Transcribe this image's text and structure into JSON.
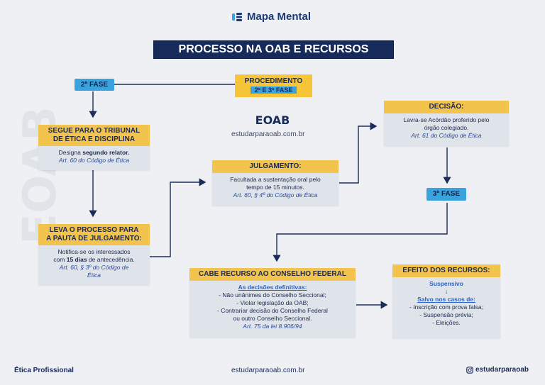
{
  "header": {
    "brand": "Mapa Mental",
    "title": "PROCESSO NA OAB E RECURSOS"
  },
  "procedure": {
    "line1": "PROCEDIMENTO",
    "line2": "2ª E 3ª FASE"
  },
  "phase2_label": "2ª FASE",
  "phase3_label": "3ª FASE",
  "logo_text": "EOAB",
  "site_mid": "estudarparaoab.com.br",
  "tribunal": {
    "title_1": "SEGUE PARA O TRIBUNAL",
    "title_2": "DE ÉTICA E DISCIPLINA",
    "text_pre": "Designa ",
    "text_bold": "segundo relator.",
    "cite": "Art. 60 do Código de Ética"
  },
  "pauta": {
    "title_1": "LEVA O PROCESSO PARA",
    "title_2": "A PAUTA DE JULGAMENTO:",
    "text_1": "Notifica-se os interessados",
    "text_2_pre": "com ",
    "text_2_bold": "15 dias",
    "text_2_post": " de antecedência.",
    "cite_1": "Art. 60, § 3º do Código de",
    "cite_2": "Ética"
  },
  "julgamento": {
    "title": "JULGAMENTO:",
    "text_1": "Facultada a sustentação oral pelo",
    "text_2": "tempo de 15 minutos.",
    "cite": "Art. 60, § 4º do Código de Ética"
  },
  "decisao": {
    "title": "DECISÃO:",
    "text_1": "Lavra-se Acórdão proferido pelo",
    "text_2": "órgão colegiado.",
    "cite": "Art. 61 do Código de Ética"
  },
  "recurso": {
    "title": "CABE RECURSO AO CONSELHO FEDERAL",
    "subtitle": "As decisões definitivas:",
    "items": [
      "- Não unânimes do Conselho Seccional;",
      "- Violar legislação da OAB;",
      "- Contrariar decisão do Conselho Federal",
      "ou outro Conselho Seccional."
    ],
    "cite": "Art. 75 da lei 8.906/94"
  },
  "efeito": {
    "title": "EFEITO DOS RECURSOS:",
    "suspensivo": "Suspensivo",
    "arrow": "↓",
    "exceptions_title": "Salvo nos casos de:",
    "items": [
      "- Inscrição com prova falsa;",
      "- Suspensão prévia;",
      "- Eleições."
    ]
  },
  "footer": {
    "left": "Ética Profissional",
    "center": "estudarparaoab.com.br",
    "right": "estudarparaoab"
  }
}
